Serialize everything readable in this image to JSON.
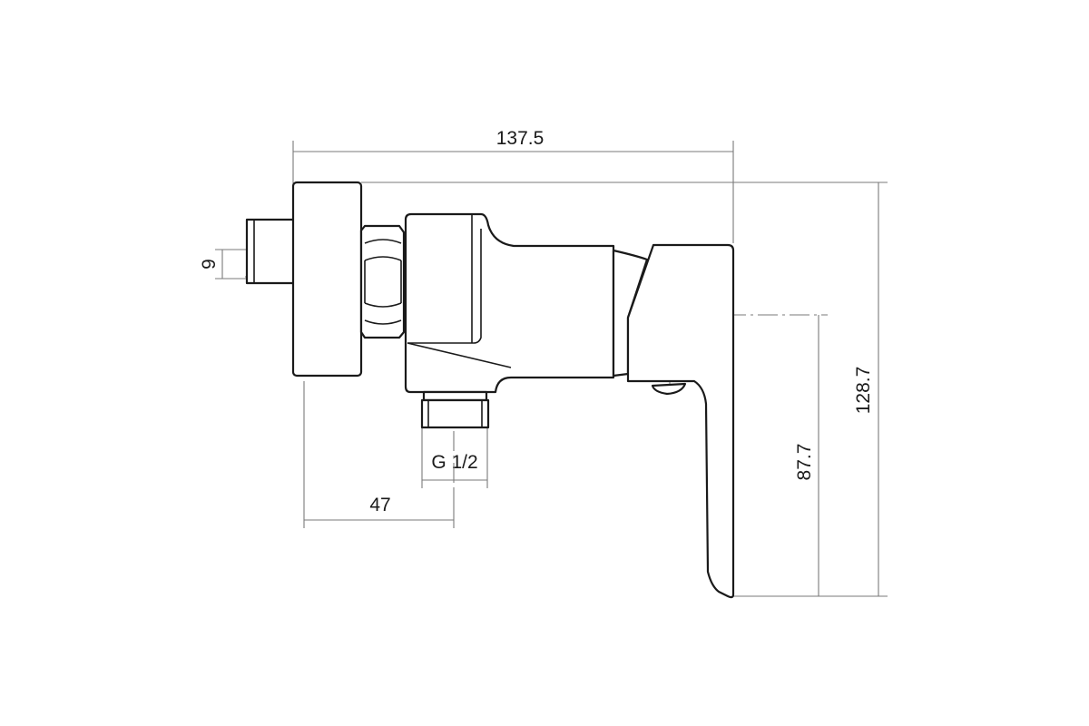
{
  "dimensions": {
    "overall_width": "137.5",
    "overall_height": "128.7",
    "lever_height": "87.7",
    "inlet_offset": "47",
    "inlet_size": "9",
    "outlet_thread": "G 1/2"
  }
}
